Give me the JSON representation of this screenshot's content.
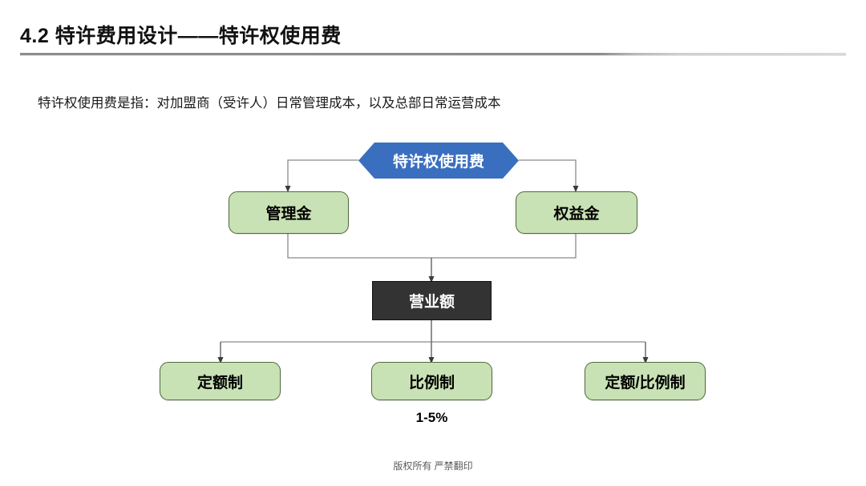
{
  "slide": {
    "title": "4.2  特许费用设计——特许权使用费",
    "lead_text": "特许权使用费是指：对加盟商（受许人）日常管理成本，以及总部日常运营成本",
    "footer": "版权所有  严禁翻印"
  },
  "colors": {
    "hex_node": "#3a6fbf",
    "green_node_fill": "#c9e2b5",
    "green_node_border": "#4d6b3c",
    "dark_node_fill": "#333333",
    "connector": "#8a8a8a",
    "rule_dark": "#8d8d8d",
    "rule_light": "#d8d8d8"
  },
  "diagram": {
    "type": "flowchart",
    "nodes": [
      {
        "id": "royalty-fee",
        "label": "特许权使用费",
        "shape": "hexagon",
        "level": 0
      },
      {
        "id": "management-fee",
        "label": "管理金",
        "shape": "rounded-rect",
        "level": 1
      },
      {
        "id": "equity-fee",
        "label": "权益金",
        "shape": "rounded-rect",
        "level": 1
      },
      {
        "id": "turnover",
        "label": "营业额",
        "shape": "rect",
        "level": 2
      },
      {
        "id": "fixed-amount",
        "label": "定额制",
        "shape": "rounded-rect",
        "level": 3
      },
      {
        "id": "proportional",
        "label": "比例制",
        "shape": "rounded-rect",
        "level": 3
      },
      {
        "id": "fixed-or-ratio",
        "label": "定额/比例制",
        "shape": "rounded-rect",
        "level": 3
      }
    ],
    "annotations": [
      {
        "id": "ratio-note",
        "label": "1-5%",
        "attached_to": "proportional"
      }
    ],
    "edges": [
      {
        "from": "royalty-fee",
        "to": "management-fee"
      },
      {
        "from": "royalty-fee",
        "to": "equity-fee"
      },
      {
        "from": "management-fee",
        "to": "turnover"
      },
      {
        "from": "equity-fee",
        "to": "turnover"
      },
      {
        "from": "turnover",
        "to": "fixed-amount"
      },
      {
        "from": "turnover",
        "to": "proportional"
      },
      {
        "from": "turnover",
        "to": "fixed-or-ratio"
      }
    ]
  }
}
